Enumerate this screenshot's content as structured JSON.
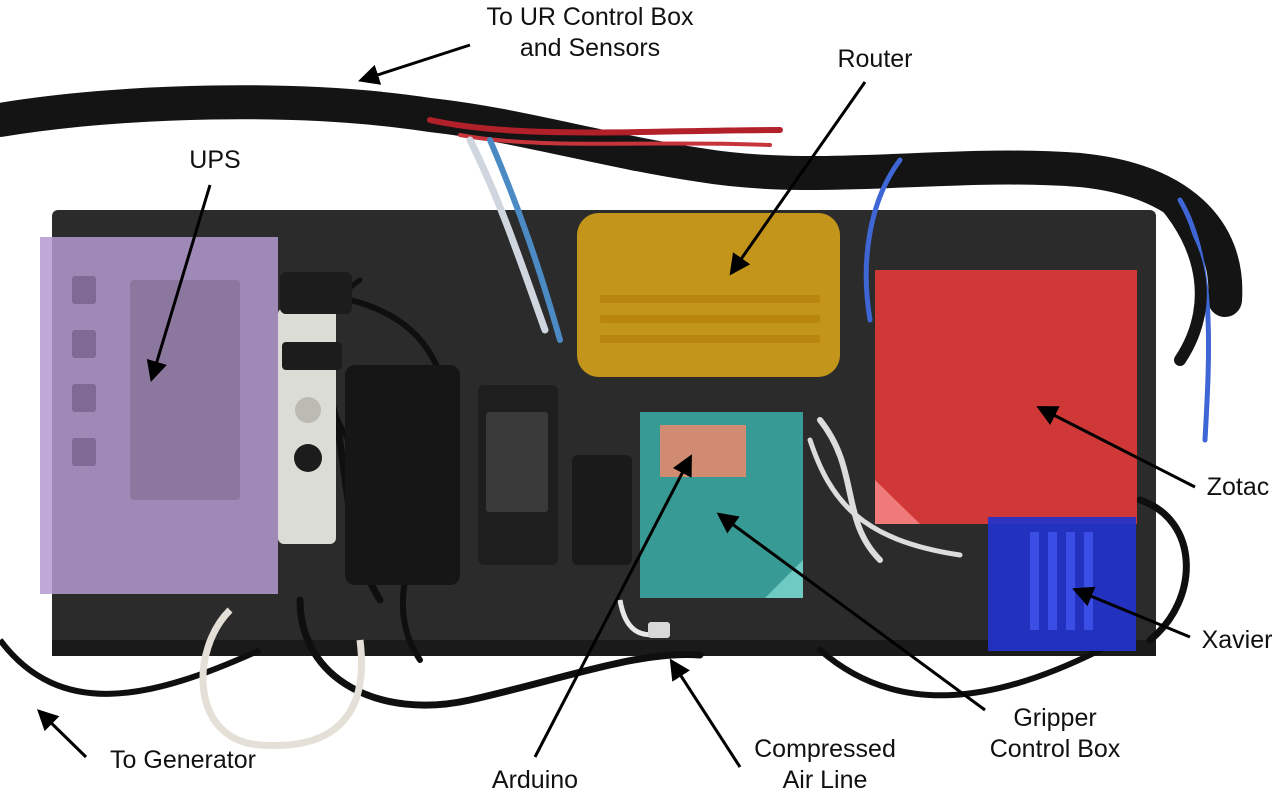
{
  "colors": {
    "background": "#ffffff",
    "board": "#2b2b2b",
    "ups": "#b49ad0",
    "router": "#d4a21a",
    "zotac": "#e23a3a",
    "xavier": "#2233cc",
    "gripper": "#3aa6a0",
    "arduino": "#d98a70",
    "cable": "#141414",
    "arrow": "#000000"
  },
  "labels": {
    "ur": {
      "line1": "To UR Control Box",
      "line2": "and Sensors"
    },
    "router": "Router",
    "ups": "UPS",
    "zotac": "Zotac",
    "xavier": "Xavier",
    "gripper": {
      "line1": "Gripper",
      "line2": "Control Box"
    },
    "air": {
      "line1": "Compressed",
      "line2": "Air Line"
    },
    "arduino": "Arduino",
    "generator": "To Generator"
  }
}
